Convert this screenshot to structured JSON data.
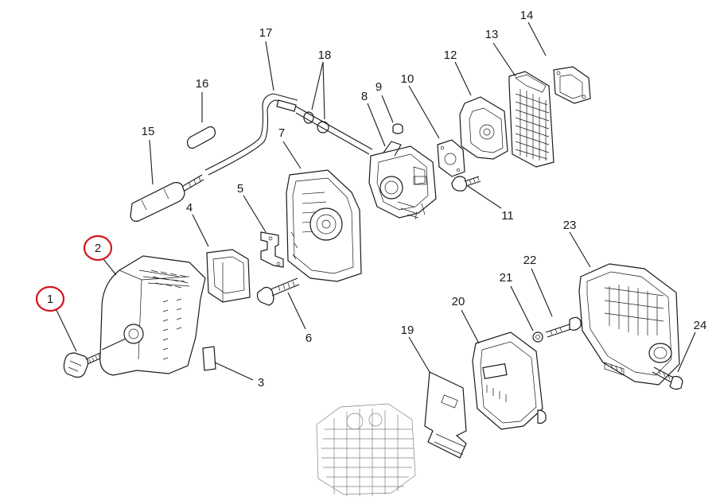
{
  "diagram": {
    "parts": [
      {
        "n": "1",
        "circled": true
      },
      {
        "n": "2",
        "circled": true
      },
      {
        "n": "3",
        "circled": false
      },
      {
        "n": "4",
        "circled": false
      },
      {
        "n": "5",
        "circled": false
      },
      {
        "n": "6",
        "circled": false
      },
      {
        "n": "7",
        "circled": false
      },
      {
        "n": "8",
        "circled": false
      },
      {
        "n": "9",
        "circled": false
      },
      {
        "n": "10",
        "circled": false
      },
      {
        "n": "11",
        "circled": false
      },
      {
        "n": "12",
        "circled": false
      },
      {
        "n": "13",
        "circled": false
      },
      {
        "n": "14",
        "circled": false
      },
      {
        "n": "15",
        "circled": false
      },
      {
        "n": "16",
        "circled": false
      },
      {
        "n": "17",
        "circled": false
      },
      {
        "n": "18",
        "circled": false
      },
      {
        "n": "19",
        "circled": false
      },
      {
        "n": "20",
        "circled": false
      },
      {
        "n": "21",
        "circled": false
      },
      {
        "n": "22",
        "circled": false
      },
      {
        "n": "23",
        "circled": false
      },
      {
        "n": "24",
        "circled": false
      }
    ],
    "highlight_color": "#d4141c",
    "line_color": "#1a1a1a"
  }
}
